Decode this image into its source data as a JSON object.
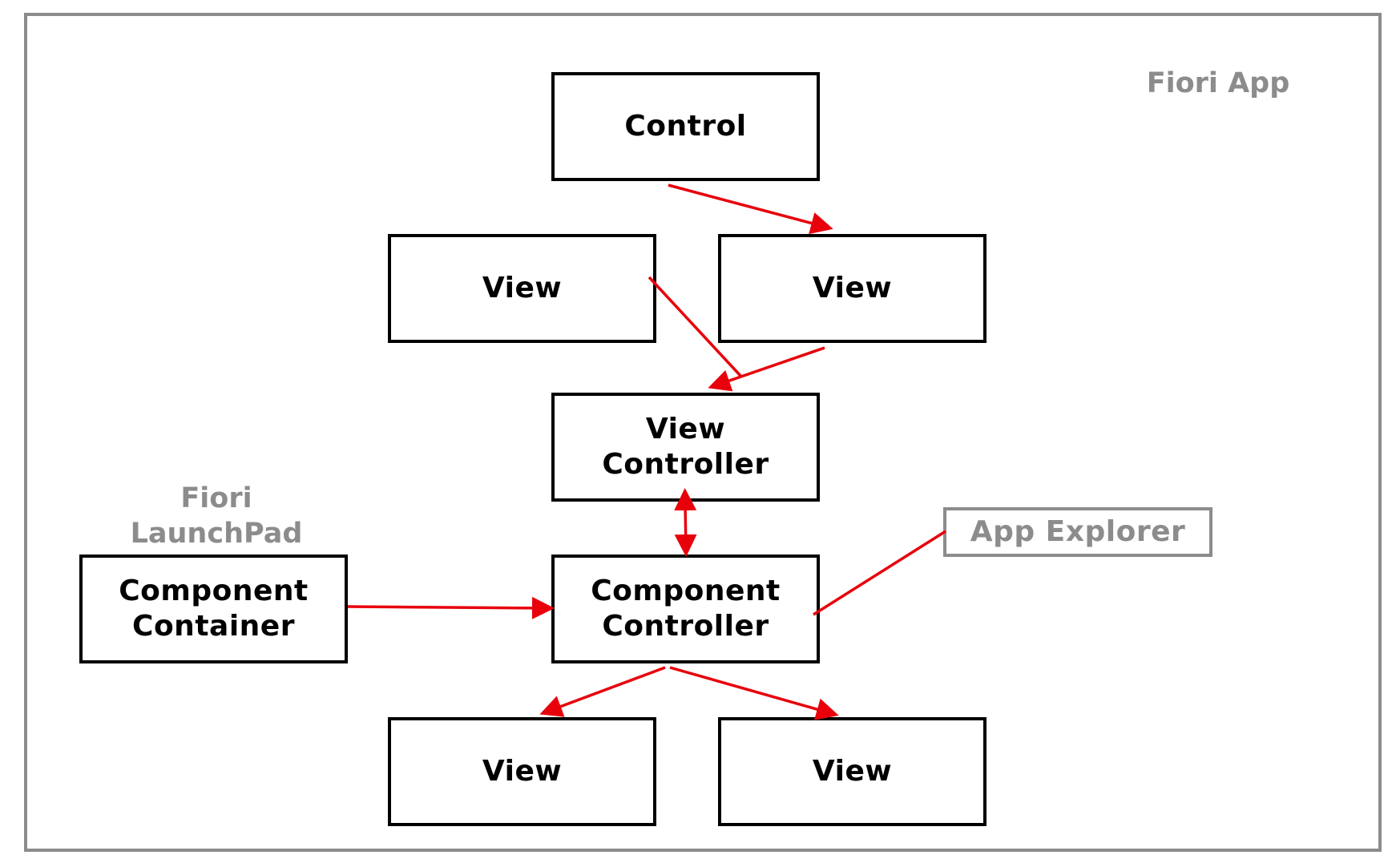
{
  "labels": {
    "fiori_app": "Fiori App",
    "fiori_launchpad": "Fiori\nLaunchPad"
  },
  "boxes": {
    "control": "Control",
    "view_top_left": "View",
    "view_top_right": "View",
    "view_controller": "View\nController",
    "component_container": "Component\nContainer",
    "component_controller": "Component\nController",
    "app_explorer": "App Explorer",
    "view_bottom_left": "View",
    "view_bottom_right": "View"
  },
  "colors": {
    "arrow": "#e8000b",
    "box_border": "#000000",
    "frame_border": "#8c8c8c",
    "grey_text": "#8c8c8c"
  }
}
